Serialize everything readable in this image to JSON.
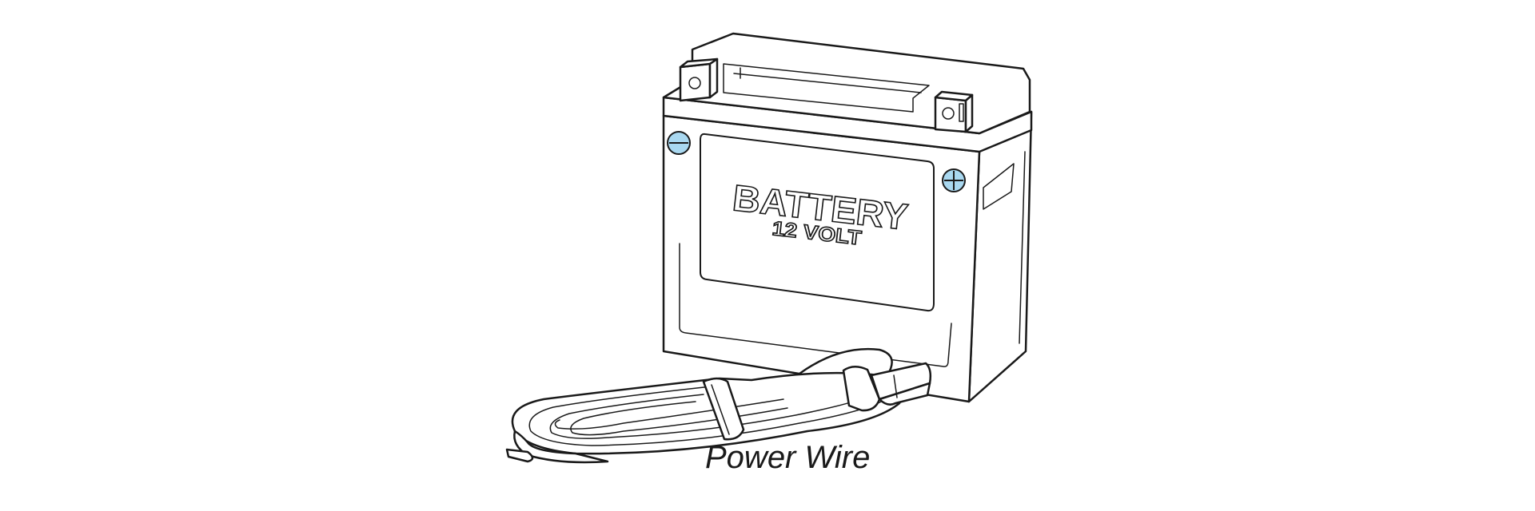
{
  "labels": {
    "battery_brand": "BATTERY",
    "battery_voltage": "12 VOLT",
    "caption": "Power Wire"
  },
  "colors": {
    "terminal_fill": "#a9d8f0",
    "line": "#1a1a1a",
    "background": "#ffffff"
  },
  "icons": {
    "negative_terminal": "minus-terminal-icon",
    "positive_terminal": "plus-terminal-icon"
  }
}
